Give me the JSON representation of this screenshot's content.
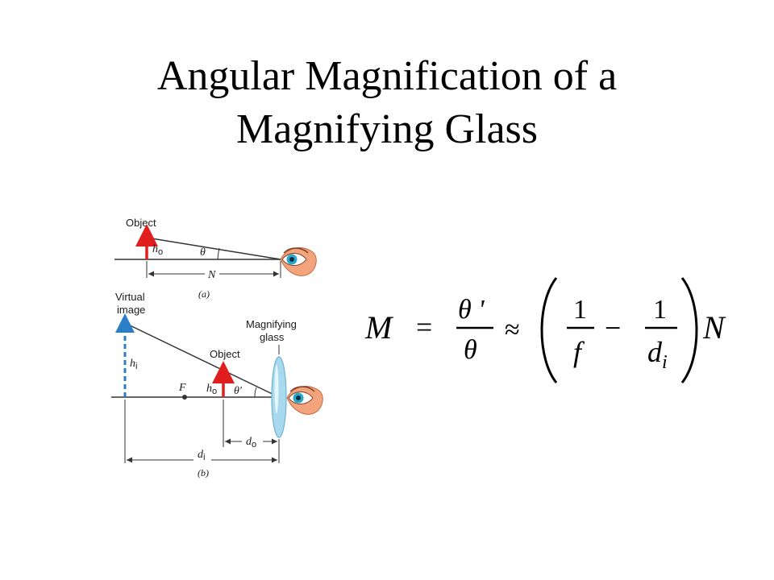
{
  "slide": {
    "title_line1": "Angular Magnification of a",
    "title_line2": "Magnifying Glass"
  },
  "diagram_a": {
    "object_label": "Object",
    "h_symbol": "h",
    "h_subscript": "o",
    "theta": "θ",
    "distance": "N",
    "caption": "(a)"
  },
  "diagram_b": {
    "virtual_label_line1": "Virtual",
    "virtual_label_line2": "image",
    "hi_symbol": "h",
    "hi_subscript": "i",
    "object_label": "Object",
    "ho_symbol": "h",
    "ho_subscript": "o",
    "theta_prime": "θ′",
    "focal_point": "F",
    "glass_label_line1": "Magnifying",
    "glass_label_line2": "glass",
    "do_symbol": "d",
    "do_subscript": "o",
    "di_symbol": "d",
    "di_subscript": "i",
    "caption": "(b)"
  },
  "equation": {
    "lhs": "M",
    "equals": "=",
    "num": "θ '",
    "den": "θ",
    "approx": "≈",
    "one_a": "1",
    "f": "f",
    "minus": "−",
    "one_b": "1",
    "d": "d",
    "d_sub": "i",
    "N": "N"
  },
  "colors": {
    "object_arrow": "#e01e1e",
    "virtual_arrow": "#2a7fc8",
    "lens": "#a9d9ee",
    "eye_iris": "#2aa7c9",
    "skin": "#f4a47c"
  }
}
